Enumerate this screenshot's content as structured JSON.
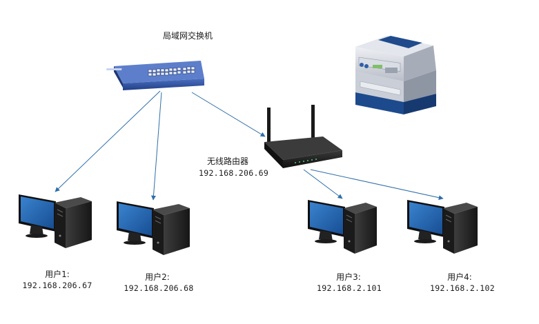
{
  "switch": {
    "label": "局域网交换机"
  },
  "router": {
    "label": "无线路由器",
    "ip": "192.168.206.69"
  },
  "users": [
    {
      "name": "用户1:",
      "ip": "192.168.206.67"
    },
    {
      "name": "用户2:",
      "ip": "192.168.206.68"
    },
    {
      "name": "用户3:",
      "ip": "192.168.2.101"
    },
    {
      "name": "用户4:",
      "ip": "192.168.2.102"
    }
  ],
  "colors": {
    "link": "#2e6ea8",
    "screen": "#2466b0",
    "tower": "#2b2b2b",
    "switch": "#2f55a4",
    "printer_accent": "#1d4a8c"
  },
  "icons": [
    "switch-icon",
    "router-icon",
    "printer-icon",
    "pc-icon"
  ]
}
